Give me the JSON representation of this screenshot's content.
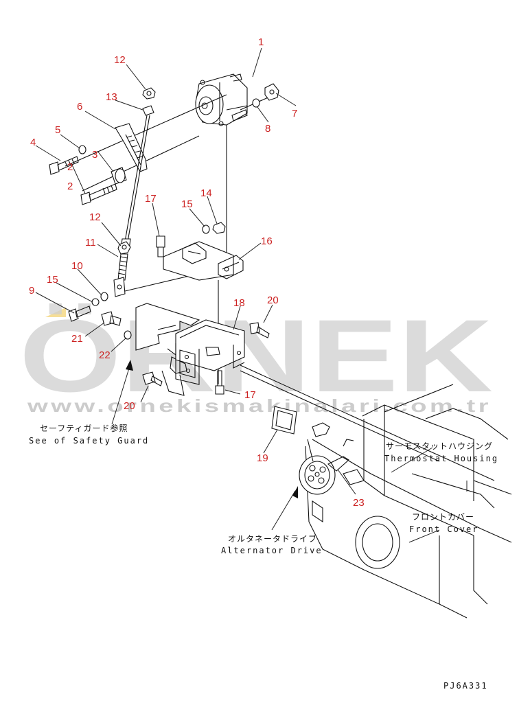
{
  "callouts": [
    {
      "id": "1",
      "text": "1"
    },
    {
      "id": "2a",
      "text": "2"
    },
    {
      "id": "2b",
      "text": "2"
    },
    {
      "id": "3",
      "text": "3"
    },
    {
      "id": "4",
      "text": "4"
    },
    {
      "id": "5",
      "text": "5"
    },
    {
      "id": "6",
      "text": "6"
    },
    {
      "id": "7",
      "text": "7"
    },
    {
      "id": "8",
      "text": "8"
    },
    {
      "id": "9",
      "text": "9"
    },
    {
      "id": "10",
      "text": "10"
    },
    {
      "id": "11",
      "text": "11"
    },
    {
      "id": "12a",
      "text": "12"
    },
    {
      "id": "12b",
      "text": "12"
    },
    {
      "id": "13",
      "text": "13"
    },
    {
      "id": "14",
      "text": "14"
    },
    {
      "id": "15a",
      "text": "15"
    },
    {
      "id": "15b",
      "text": "15"
    },
    {
      "id": "16",
      "text": "16"
    },
    {
      "id": "17a",
      "text": "17"
    },
    {
      "id": "17b",
      "text": "17"
    },
    {
      "id": "18",
      "text": "18"
    },
    {
      "id": "19",
      "text": "19"
    },
    {
      "id": "20a",
      "text": "20"
    },
    {
      "id": "20b",
      "text": "20"
    },
    {
      "id": "21",
      "text": "21"
    },
    {
      "id": "22",
      "text": "22"
    },
    {
      "id": "23",
      "text": "23"
    }
  ],
  "labels": {
    "safety_guard_jp": "セーフティガード参照",
    "safety_guard_en": "See of Safety Guard",
    "thermostat_jp": "サーモスタットハウジング",
    "thermostat_en": "Thermostat Housing",
    "front_cover_jp": "フロントカバー",
    "front_cover_en": "Front Cover",
    "alt_drive_jp": "オルタネータドライブ",
    "alt_drive_en": "Alternator Drive"
  },
  "drawing_code": "PJ6A331",
  "watermark": {
    "brand": "ÖRNEK",
    "url": "www.ornekismakinalari.com.tr"
  }
}
